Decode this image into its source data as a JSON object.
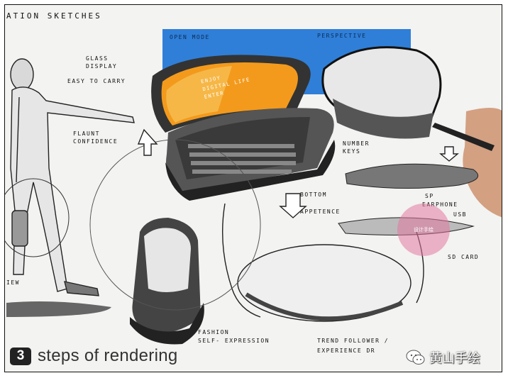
{
  "image": {
    "caption": {
      "step_number": "3",
      "text": "steps of rendering"
    },
    "watermark": {
      "account_name": "黄山手绘",
      "icon": "wechat-icon",
      "seal_text": "设计手绘"
    },
    "sketch_labels": {
      "header": "ATION SKETCHES",
      "open_mode": "OPEN MODE",
      "perspective": "PERSPECTIVE",
      "glass_display": "GLASS DISPLAY",
      "easy_to_carry": "EASY TO CARRY",
      "flaunt_confidence": "FLAUNT CONFIDENCE",
      "screen_text": "ENJOY DIGITAL LIFE ENTER",
      "number_keys": "NUMBER KEYS",
      "bottom": "BOTTOM",
      "appetence": "APPETENCE",
      "earphone": "EARPHONE",
      "sd_card": "SD CARD",
      "usb": "USB",
      "sp": "SP",
      "view": "IEW",
      "fashion": "FASHION",
      "self_expression": "SELF- EXPRESSION",
      "trend_follower": "TREND FOLLOWER /",
      "experience": "EXPERIENCE DR"
    },
    "colors": {
      "blue_panel": "#2f7fd8",
      "screen_orange": "#f39a1c",
      "marker_grey": "#4a4a4a",
      "paper": "#f3f3f1"
    }
  }
}
